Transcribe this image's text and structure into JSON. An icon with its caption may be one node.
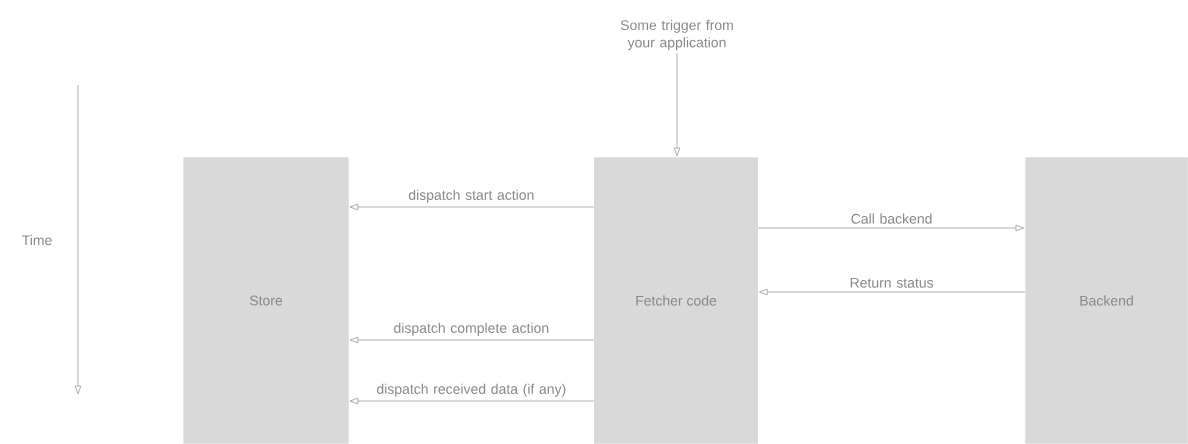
{
  "diagram": {
    "nodes": [
      {
        "text": [
          "Some trigger from your application"
        ]
      },
      {
        "text": [
          "Store"
        ]
      },
      {
        "text": [
          "Fetcher code"
        ]
      },
      {
        "text": [
          "Backend"
        ]
      }
    ],
    "edges": [
      {
        "from": 0,
        "to": 2,
        "arrow": "to"
      },
      {
        "from": 2,
        "to": 1,
        "arrow": "to",
        "label": "dispatch start action"
      },
      {
        "from": 2,
        "to": 3,
        "arrow": "to",
        "label": "Call backend"
      },
      {
        "from": 3,
        "to": 2,
        "arrow": "to",
        "label": "Return status"
      },
      {
        "from": 2,
        "to": 1,
        "arrow": "to",
        "label": "dispatch complete action"
      },
      {
        "from": 2,
        "to": 1,
        "arrow": "to",
        "label": "dispatch received data (if any)"
      }
    ],
    "labels": [
      "Time"
    ]
  }
}
